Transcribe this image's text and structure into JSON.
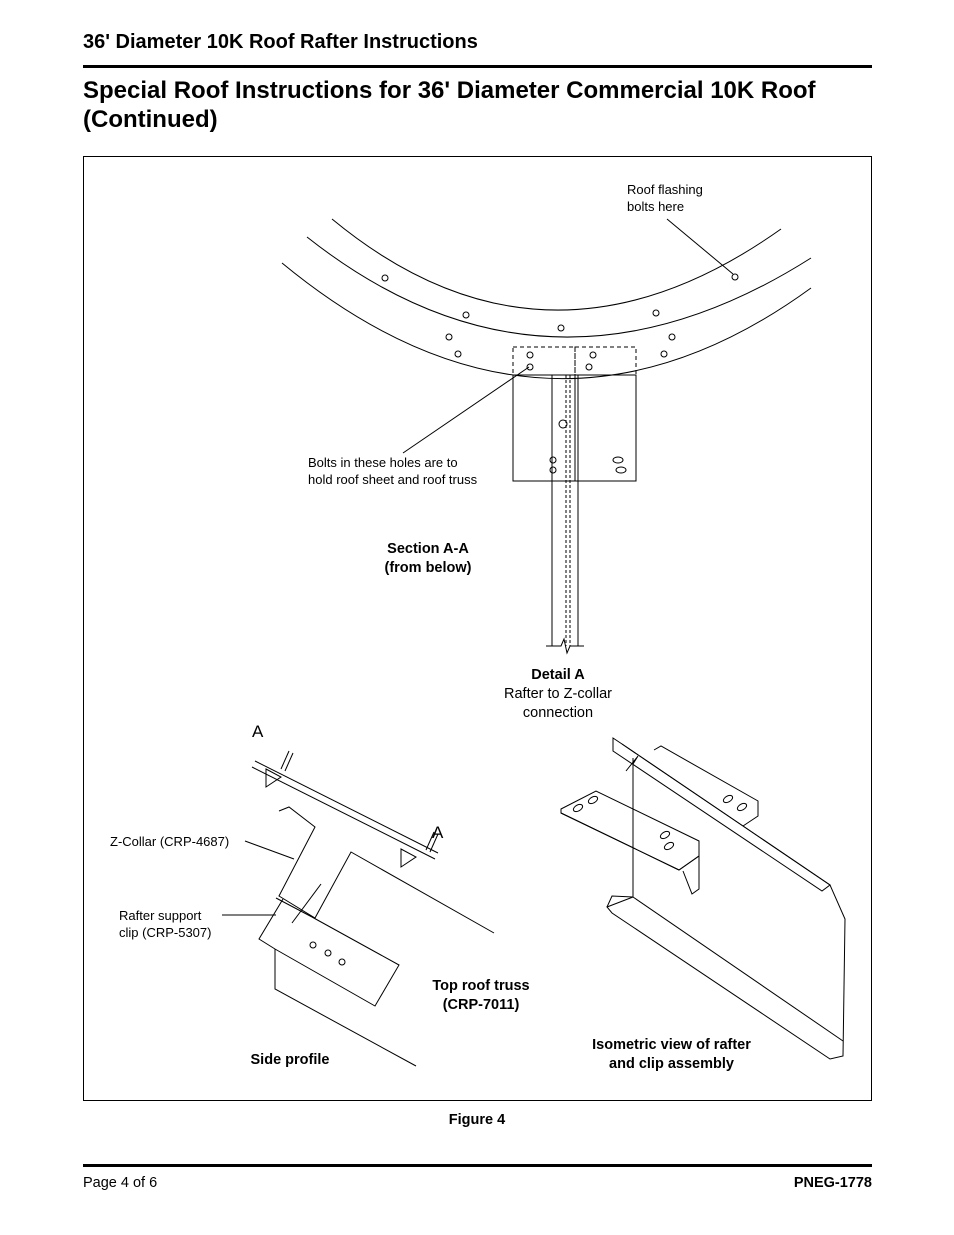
{
  "header": {
    "title": "36' Diameter 10K Roof Rafter Instructions"
  },
  "section": {
    "title": "Special Roof Instructions for 36' Diameter Commercial 10K Roof (Continued)"
  },
  "figure": {
    "labels": {
      "roof_flashing": [
        "Roof flashing",
        "bolts here"
      ],
      "bolts_holes": [
        "Bolts in these holes are to",
        "hold roof sheet and roof truss"
      ],
      "section_aa": [
        "Section A-A",
        "(from below)"
      ],
      "detail_a_title": "Detail A",
      "detail_a_sub": [
        "Rafter to Z-collar",
        "connection"
      ],
      "marker_a": "A",
      "z_collar": "Z-Collar (CRP-4687)",
      "rafter_clip": [
        "Rafter support",
        "clip (CRP-5307)"
      ],
      "top_truss": [
        "Top roof truss",
        "(CRP-7011)"
      ],
      "side_profile": "Side profile",
      "isometric": [
        "Isometric view of rafter",
        "and clip assembly"
      ]
    },
    "caption": "Figure 4"
  },
  "footer": {
    "page": "Page 4 of 6",
    "doc_id": "PNEG-1778"
  }
}
